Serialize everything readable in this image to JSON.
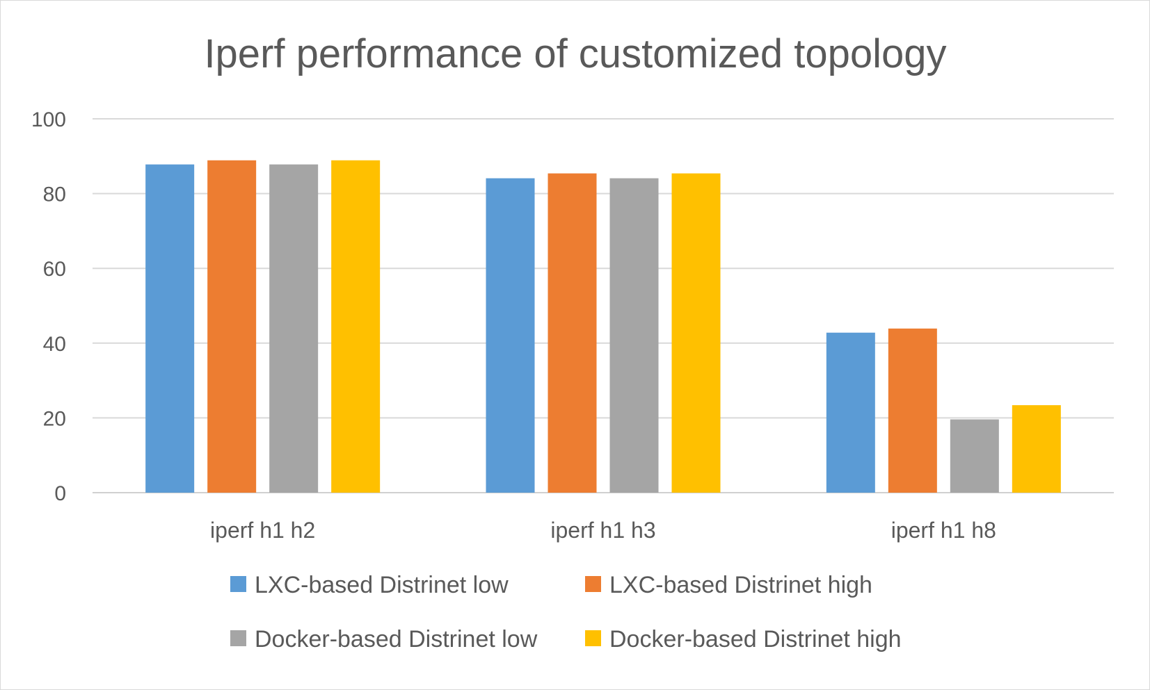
{
  "chart_data": {
    "type": "bar",
    "title": "Iperf performance of customized topology",
    "xlabel": "",
    "ylabel": "",
    "categories": [
      "iperf h1 h2",
      "iperf h1 h3",
      "iperf h1 h8"
    ],
    "series": [
      {
        "name": "LXC-based Distrinet low",
        "color": "#5b9bd5",
        "values": [
          87.8,
          84.1,
          42.8
        ]
      },
      {
        "name": "LXC-based Distrinet high",
        "color": "#ed7d31",
        "values": [
          88.9,
          85.4,
          43.9
        ]
      },
      {
        "name": "Docker-based Distrinet low",
        "color": "#a5a5a5",
        "values": [
          87.8,
          84.1,
          19.6
        ]
      },
      {
        "name": "Docker-based Distrinet high",
        "color": "#ffc000",
        "values": [
          88.9,
          85.4,
          23.4
        ]
      }
    ],
    "ylim": [
      0,
      100
    ],
    "yticks": [
      0,
      20,
      40,
      60,
      80,
      100
    ],
    "grid": true,
    "legend_position": "bottom"
  }
}
